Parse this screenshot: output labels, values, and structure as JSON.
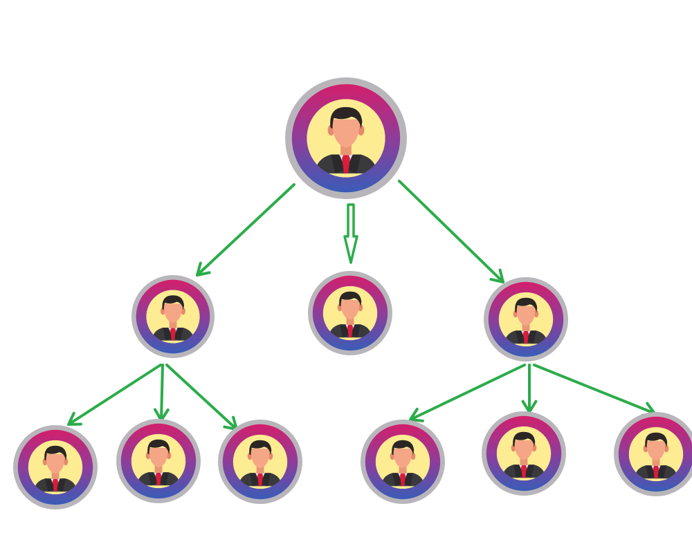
{
  "diagram": {
    "type": "hierarchy",
    "node_icon": "businessman-avatar-icon",
    "colors": {
      "background": "#ffffff",
      "outer_ring": "#b8b6bb",
      "gradient_top": "#d21f6b",
      "gradient_mid": "#8e3d9a",
      "gradient_bottom": "#3a5cb7",
      "inner_disc": "#fdec92",
      "skin": "#f4a686",
      "ear": "#e58a6a",
      "hair": "#2b2624",
      "suit": "#3a3a3d",
      "shirt": "#e8e8ea",
      "tie": "#d81c3a",
      "arrow": "#2bac4a"
    },
    "nodes": [
      {
        "id": "root",
        "level": 0
      },
      {
        "id": "left-manager",
        "level": 1,
        "parent": "root"
      },
      {
        "id": "center-manager",
        "level": 1,
        "parent": "root"
      },
      {
        "id": "right-manager",
        "level": 1,
        "parent": "root"
      },
      {
        "id": "left-member-1",
        "level": 2,
        "parent": "left-manager"
      },
      {
        "id": "left-member-2",
        "level": 2,
        "parent": "left-manager"
      },
      {
        "id": "left-member-3",
        "level": 2,
        "parent": "left-manager"
      },
      {
        "id": "right-member-1",
        "level": 2,
        "parent": "right-manager"
      },
      {
        "id": "right-member-2",
        "level": 2,
        "parent": "right-manager"
      },
      {
        "id": "right-member-3",
        "level": 2,
        "parent": "right-manager"
      }
    ],
    "edges": [
      {
        "from": "root",
        "to": "left-manager",
        "style": "line"
      },
      {
        "from": "root",
        "to": "center-manager",
        "style": "hollow"
      },
      {
        "from": "root",
        "to": "right-manager",
        "style": "line"
      },
      {
        "from": "left-manager",
        "to": "left-member-1",
        "style": "line"
      },
      {
        "from": "left-manager",
        "to": "left-member-2",
        "style": "line"
      },
      {
        "from": "left-manager",
        "to": "left-member-3",
        "style": "line"
      },
      {
        "from": "right-manager",
        "to": "right-member-1",
        "style": "line"
      },
      {
        "from": "right-manager",
        "to": "right-member-2",
        "style": "line"
      },
      {
        "from": "right-manager",
        "to": "right-member-3",
        "style": "line"
      }
    ]
  }
}
